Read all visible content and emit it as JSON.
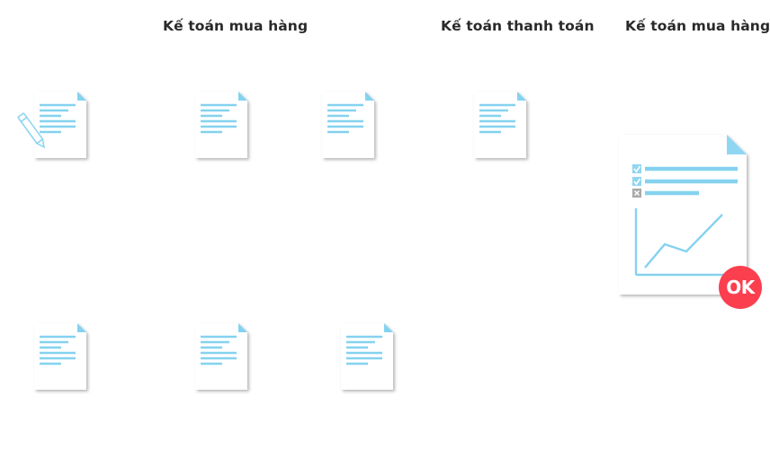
{
  "headings": {
    "purchase_1": "Kế toán mua hàng",
    "payment": "Kế toán thanh toán",
    "purchase_2": "Kế toán mua hàng"
  },
  "status": {
    "ok_label": "OK"
  },
  "colors": {
    "line_blue": "#84d2ef",
    "ok_red": "#fb3f4f",
    "check_blue": "#8fd6f2",
    "cross_gray": "#a9a9a9"
  }
}
